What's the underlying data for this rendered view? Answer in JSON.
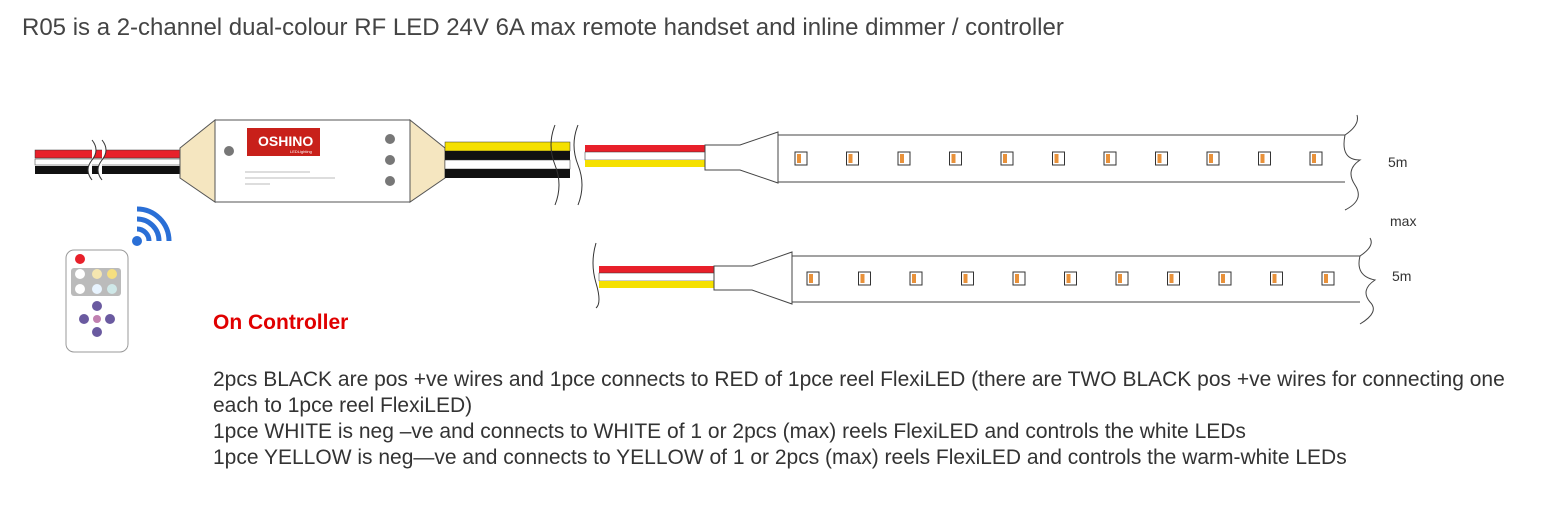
{
  "title": "R05 is a  2-channel dual-colour RF LED 24V 6A max remote handset and inline dimmer / controller",
  "controller": {
    "brand": "OSHINO",
    "brand_sub": "LEDLighting"
  },
  "strip_top": {
    "length_label": "5m"
  },
  "strip_gap_label": "max",
  "strip_bottom": {
    "length_label": "5m"
  },
  "notes": {
    "heading": "On Controller",
    "lines": [
      "2pcs BLACK are pos +ve wires and 1pce connects to RED of 1pce reel FlexiLED (there are TWO BLACK pos +ve wires for connecting one each to 1pce reel FlexiLED)",
      "1pce WHITE is neg –ve and connects to WHITE of 1 or 2pcs (max) reels FlexiLED and controls the white LEDs",
      "1pce YELLOW is neg—ve and connects to YELLOW of 1 or 2pcs (max) reels FlexiLED and controls the warm-white LEDs"
    ]
  },
  "colors": {
    "wire_red": "#e8202a",
    "wire_black": "#111111",
    "wire_yellow": "#f5e000",
    "controller_tan": "#f5e6c0",
    "signal_blue": "#2a6fd6",
    "heading_red": "#e00000",
    "led_warm": "#e8913a"
  },
  "icons": [
    "rf-signal-icon",
    "remote-handset-icon"
  ]
}
